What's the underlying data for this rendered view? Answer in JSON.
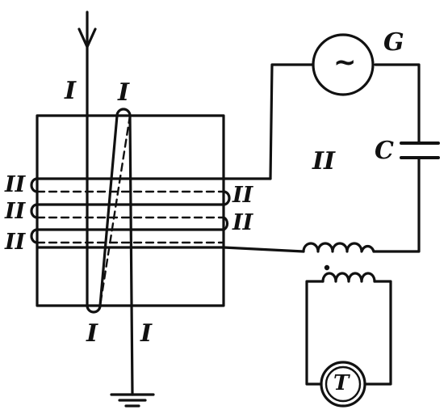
{
  "labels": {
    "antenna_left_top": "I",
    "antenna_right_top": "I",
    "antenna_left_bottom": "I",
    "antenna_right_bottom": "I",
    "coil_left_1": "II",
    "coil_left_2": "II",
    "coil_left_3": "II",
    "coil_right_1": "II",
    "coil_right_2": "II",
    "circuit_label": "II",
    "generator_label": "G",
    "capacitor_label": "C",
    "generator_symbol": "~",
    "telephone_symbol": "T"
  },
  "colors": {
    "ink": "#111111",
    "background": "#ffffff"
  }
}
